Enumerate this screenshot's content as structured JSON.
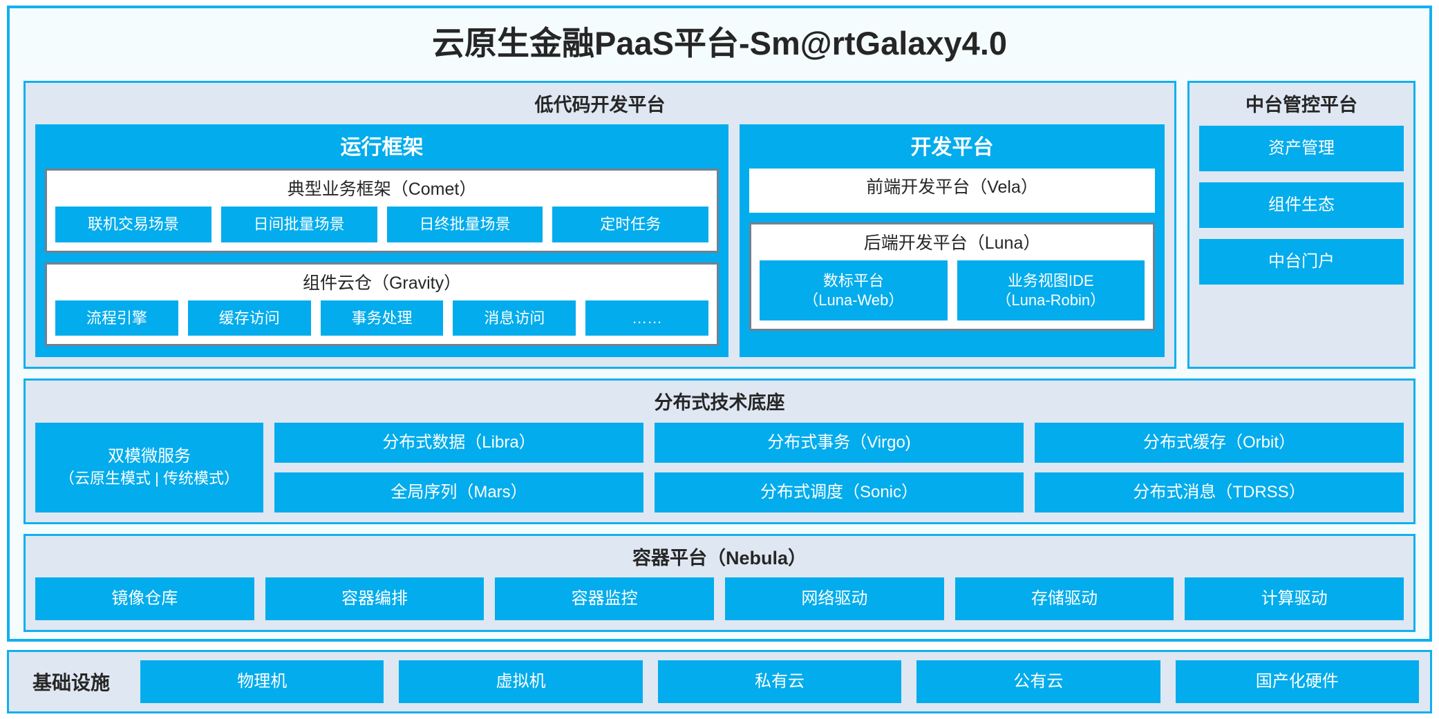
{
  "page": {
    "title": "云原生金融PaaS平台-Sm@rtGalaxy4.0",
    "accent_blue": "#03ACEC",
    "border_blue": "#12B0EC",
    "section_bg": "#DFE7F2",
    "panel_bg": "#F5FCFD",
    "box_border_gray": "#74808F"
  },
  "lowcode": {
    "title": "低代码开发平台",
    "runtime": {
      "title": "运行框架",
      "comet": {
        "title": "典型业务框架（Comet）",
        "items": [
          {
            "label": "联机交易场景"
          },
          {
            "label": "日间批量场景"
          },
          {
            "label": "日终批量场景"
          },
          {
            "label": "定时任务"
          }
        ]
      },
      "gravity": {
        "title": "组件云仓（Gravity）",
        "items": [
          {
            "label": "流程引擎"
          },
          {
            "label": "缓存访问"
          },
          {
            "label": "事务处理"
          },
          {
            "label": "消息访问"
          },
          {
            "label": "……"
          }
        ]
      }
    },
    "devplatform": {
      "title": "开发平台",
      "frontend": {
        "title": "前端开发平台（Vela）"
      },
      "backend": {
        "title": "后端开发平台（Luna）",
        "items": [
          {
            "label": "数标平台",
            "sub": "（Luna-Web）"
          },
          {
            "label": "业务视图IDE",
            "sub": "（Luna-Robin）"
          }
        ]
      }
    }
  },
  "midplatform": {
    "title": "中台管控平台",
    "items": [
      {
        "label": "资产管理"
      },
      {
        "label": "组件生态"
      },
      {
        "label": "中台门户"
      }
    ]
  },
  "distributed": {
    "title": "分布式技术底座",
    "microservice": {
      "label": "双模微服务",
      "sub": "（云原生模式 | 传统模式）"
    },
    "columns": [
      {
        "items": [
          {
            "label": "分布式数据（Libra）"
          },
          {
            "label": "全局序列（Mars）"
          }
        ]
      },
      {
        "items": [
          {
            "label": "分布式事务（Virgo)"
          },
          {
            "label": "分布式调度（Sonic）"
          }
        ]
      },
      {
        "items": [
          {
            "label": "分布式缓存（Orbit）"
          },
          {
            "label": "分布式消息（TDRSS）"
          }
        ]
      }
    ]
  },
  "container": {
    "title": "容器平台（Nebula）",
    "items": [
      {
        "label": "镜像仓库"
      },
      {
        "label": "容器编排"
      },
      {
        "label": "容器监控"
      },
      {
        "label": "网络驱动"
      },
      {
        "label": "存储驱动"
      },
      {
        "label": "计算驱动"
      }
    ]
  },
  "infrastructure": {
    "label": "基础设施",
    "items": [
      {
        "label": "物理机"
      },
      {
        "label": "虚拟机"
      },
      {
        "label": "私有云"
      },
      {
        "label": "公有云"
      },
      {
        "label": "国产化硬件"
      }
    ]
  }
}
